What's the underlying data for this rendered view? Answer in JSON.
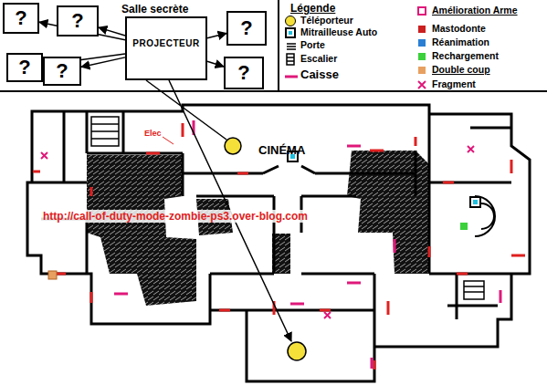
{
  "diagram": {
    "nodes": [
      {
        "text": [
          "Salle secrète",
          "PROJECTEUR"
        ]
      },
      {
        "text": [
          "?"
        ]
      },
      {
        "text": [
          "?"
        ]
      },
      {
        "text": [
          "?"
        ]
      },
      {
        "text": [
          "?"
        ]
      },
      {
        "text": [
          "?"
        ]
      },
      {
        "text": [
          "?"
        ]
      }
    ],
    "edges": [
      {
        "from": 0,
        "to": 1,
        "arrow": "to"
      },
      {
        "from": 0,
        "to": 2,
        "arrow": "to"
      },
      {
        "from": 0,
        "to": 3,
        "arrow": "to"
      },
      {
        "from": 0,
        "to": 4,
        "arrow": "to"
      },
      {
        "from": 0,
        "to": 5,
        "arrow": "to"
      },
      {
        "from": 0,
        "to": 6,
        "arrow": "to"
      }
    ],
    "labels": [
      "Légende",
      "CINÉMA",
      "Elec",
      "http://call-of-duty-mode-zombie-ps3.over-blog.com"
    ],
    "legend": [
      {
        "text": "Téléporteur",
        "color": "#f5e03a"
      },
      {
        "text": "Mitrailleuse Auto"
      },
      {
        "text": "Porte"
      },
      {
        "text": "Escalier"
      },
      {
        "text": "Caisse"
      },
      {
        "text": "Amélioration Arme"
      },
      {
        "text": "Mastodonte",
        "color": "#cc1f1f"
      },
      {
        "text": "Réanimation",
        "color": "#2a7fd4"
      },
      {
        "text": "Rechargement",
        "color": "#3ad13a"
      },
      {
        "text": "Double coup",
        "color": "#e8a060"
      },
      {
        "text": "Fragment"
      }
    ]
  }
}
